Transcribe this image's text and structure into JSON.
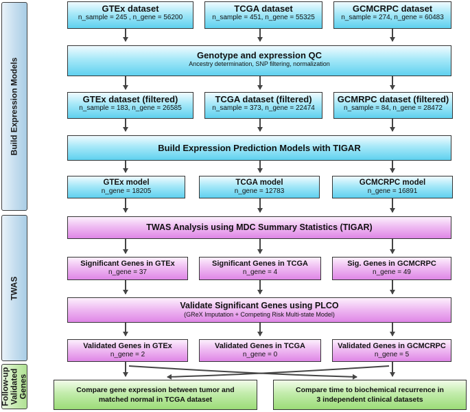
{
  "sidebar": {
    "build": "Build Expression Models",
    "twas": "TWAS",
    "followup": [
      "Follow-up",
      "Validated",
      "Genes"
    ]
  },
  "row1": [
    {
      "title": "GTEx dataset",
      "sub": "n_sample = 245 , n_gene = 56200"
    },
    {
      "title": "TCGA dataset",
      "sub": "n_sample = 451, n_gene = 55325"
    },
    {
      "title": "GCMCRPC dataset",
      "sub": "n_sample = 274, n_gene = 60483"
    }
  ],
  "qc": {
    "title": "Genotype and expression QC",
    "sub": "Ancestry determination, SNP filtering, normalization"
  },
  "row2": [
    {
      "title": "GTEx dataset (filtered)",
      "sub": "n_sample = 183, n_gene = 26585"
    },
    {
      "title": "TCGA dataset (filtered)",
      "sub": "n_sample = 373, n_gene = 22474"
    },
    {
      "title": "GCMRPC dataset (filtered)",
      "sub": "n_sample = 84, n_gene = 28472"
    }
  ],
  "build": {
    "title": "Build Expression Prediction Models with TIGAR"
  },
  "row3": [
    {
      "title": "GTEx model",
      "sub": "n_gene = 18205"
    },
    {
      "title": "TCGA model",
      "sub": "n_gene = 12783"
    },
    {
      "title": "GCMCRPC model",
      "sub": "n_gene = 16891"
    }
  ],
  "twas": {
    "title": "TWAS Analysis  using MDC Summary  Statistics (TIGAR)"
  },
  "row4": [
    {
      "title": "Significant Genes in GTEx",
      "sub": "n_gene = 37"
    },
    {
      "title": "Significant Genes in TCGA",
      "sub": "n_gene = 4"
    },
    {
      "title": "Sig. Genes in GCMCRPC",
      "sub": "n_gene = 49"
    }
  ],
  "validate": {
    "title": "Validate Significant Genes using PLCO",
    "sub": "(GReX Imputation + Competing Risk Multi-state Model)"
  },
  "row5": [
    {
      "title": "Validated Genes in GTEx",
      "sub": "n_gene = 2"
    },
    {
      "title": "Validated Genes in TCGA",
      "sub": "n_gene = 0"
    },
    {
      "title": "Validated Genes in GCMCRPC",
      "sub": "n_gene = 5"
    }
  ],
  "followup": [
    {
      "line1": "Compare gene expression between tumor and",
      "line2": "matched normal in TCGA dataset"
    },
    {
      "line1": "Compare time to biochemical recurrence in",
      "line2": "3 independent clinical datasets"
    }
  ],
  "colors": {
    "cyan": "#5fd1ef",
    "pink": "#df86e6",
    "green": "#9cdc78"
  }
}
